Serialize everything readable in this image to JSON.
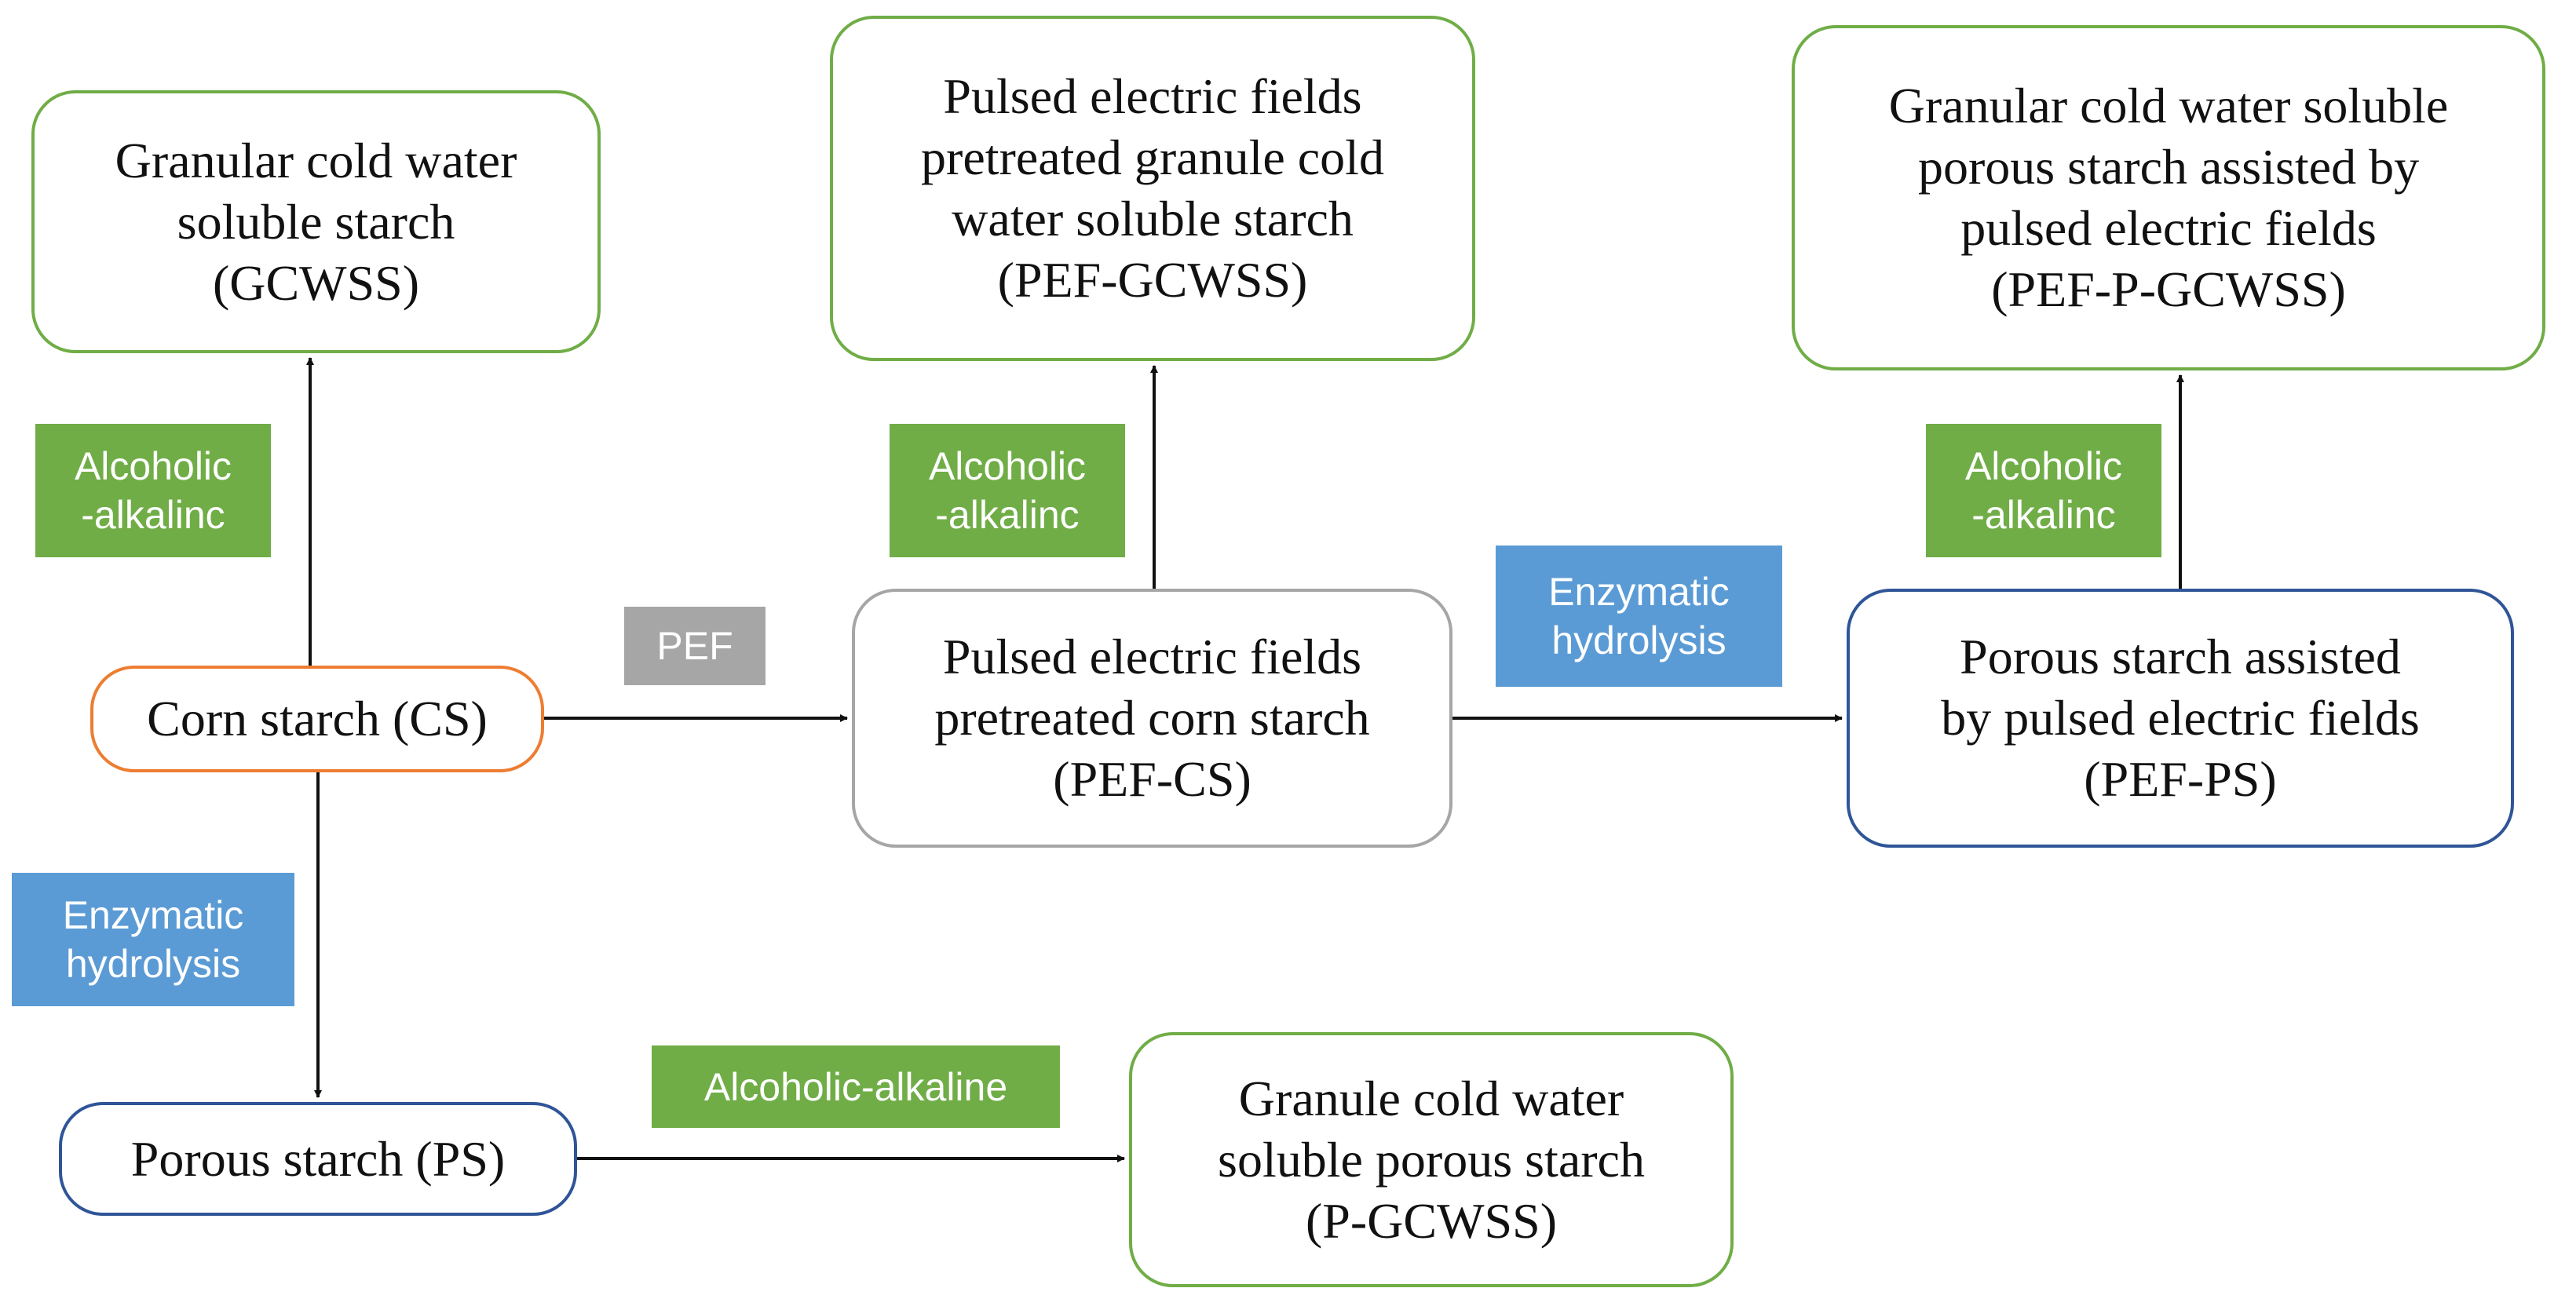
{
  "colors": {
    "green_border": "#70ad47",
    "orange_border": "#ed7d31",
    "blue_border": "#2f5597",
    "gray_border": "#a6a6a6",
    "green_fill": "#70ad47",
    "blue_fill": "#5b9bd5",
    "gray_fill": "#a6a6a6",
    "arrow": "#111111"
  },
  "boxes": {
    "gcwss": "Granular cold water\nsoluble starch\n(GCWSS)",
    "pef_gcwss": "Pulsed electric fields\npretreated granule cold\nwater soluble starch\n(PEF-GCWSS)",
    "pef_p_gcwss": "Granular cold water soluble\nporous starch assisted by\npulsed electric fields\n(PEF-P-GCWSS)",
    "cs": "Corn starch (CS)",
    "pef_cs": "Pulsed electric fields\npretreated corn starch\n(PEF-CS)",
    "pef_ps": "Porous starch assisted\nby pulsed electric fields\n(PEF-PS)",
    "ps": "Porous starch (PS)",
    "p_gcwss": "Granule cold water\nsoluble porous starch\n(P-GCWSS)"
  },
  "tags": {
    "alcoholic_alkaline_1": "Alcoholic\n-alkalinc",
    "enzymatic_1": "Enzymatic\nhydrolysis",
    "pef": "PEF",
    "alcoholic_alkaline_2": "Alcoholic\n-alkalinc",
    "enzymatic_2": "Enzymatic\nhydrolysis",
    "alcoholic_alkaline_3": "Alcoholic\n-alkalinc",
    "alcoholic_alkaline_4": "Alcoholic-alkaline"
  }
}
